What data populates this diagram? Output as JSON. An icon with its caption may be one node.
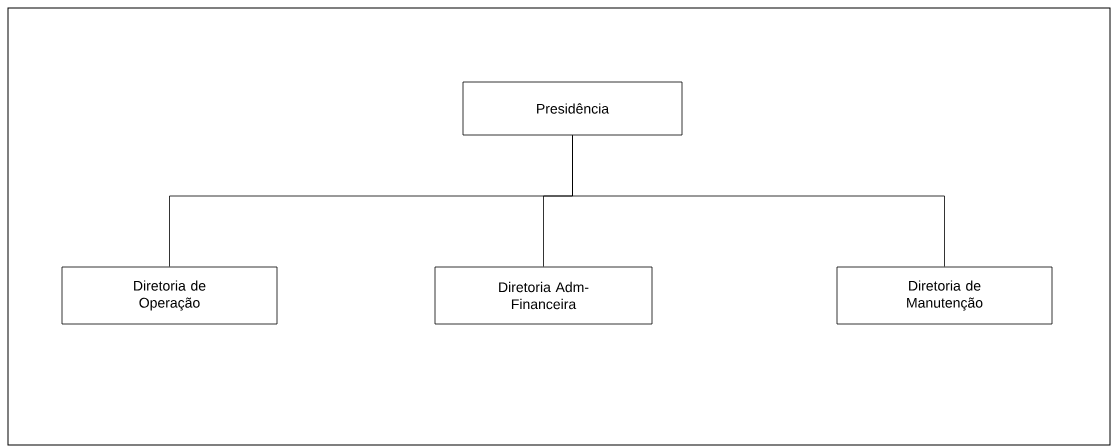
{
  "diagram": {
    "nodes": [
      {
        "text": [
          "Presidência"
        ]
      },
      {
        "text": [
          "Diretoria de Operação"
        ]
      },
      {
        "text": [
          "Diretoria Adm-Financeira"
        ]
      },
      {
        "text": [
          "Diretoria de Manutenção"
        ]
      }
    ],
    "edges": [
      {
        "from": 0,
        "to": 1,
        "arrow": "none"
      },
      {
        "from": 0,
        "to": 2,
        "arrow": "none"
      },
      {
        "from": 0,
        "to": 3,
        "arrow": "none"
      }
    ]
  }
}
